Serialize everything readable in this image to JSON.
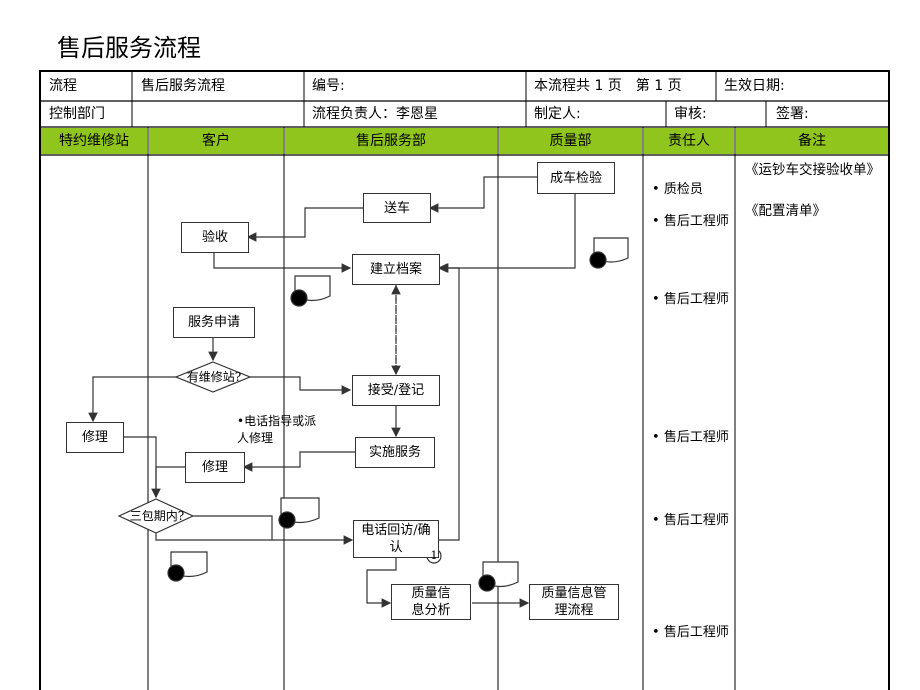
{
  "title": "售后服务流程",
  "header": {
    "row1": {
      "process_label": "流程",
      "process_value": "售后服务流程",
      "number_label": "编号:",
      "pages_text": "本流程共 1 页　第 1 页",
      "effective_label": "生效日期:"
    },
    "row2": {
      "dept_label": "控制部门",
      "owner_text": "流程负责人：李恩星",
      "author_label": "制定人:",
      "reviewer_label": "审核:",
      "sign_label": "签署:"
    }
  },
  "lanes": [
    "特约维修站",
    "客户",
    "售后服务部",
    "质量部",
    "责任人",
    "备注"
  ],
  "nodes": {
    "finished_check": "成车检验",
    "deliver": "送车",
    "accept": "验收",
    "build_file": "建立档案",
    "service_request": "服务申请",
    "has_station": "有维修站?",
    "receive_register": "接受/登记",
    "phone_guide": "•电话指导或派人修理",
    "repair_station": "修理",
    "implement_service": "实施服务",
    "repair_client": "修理",
    "warranty": "三包期内?",
    "phone_visit": "电话回访/确认",
    "circle_num": "1",
    "quality_analysis": "质量信息分析",
    "quality_mgmt": "质量信息管理流程"
  },
  "responsibles": [
    "质检员",
    "售后工程师",
    "售后工程师",
    "售后工程师",
    "售后工程师",
    "售后工程师"
  ],
  "notes": [
    "《运钞车交接验收单》",
    "《配置清单》"
  ],
  "colors": {
    "lane_header": "#8fc51c",
    "line": "#333333"
  }
}
